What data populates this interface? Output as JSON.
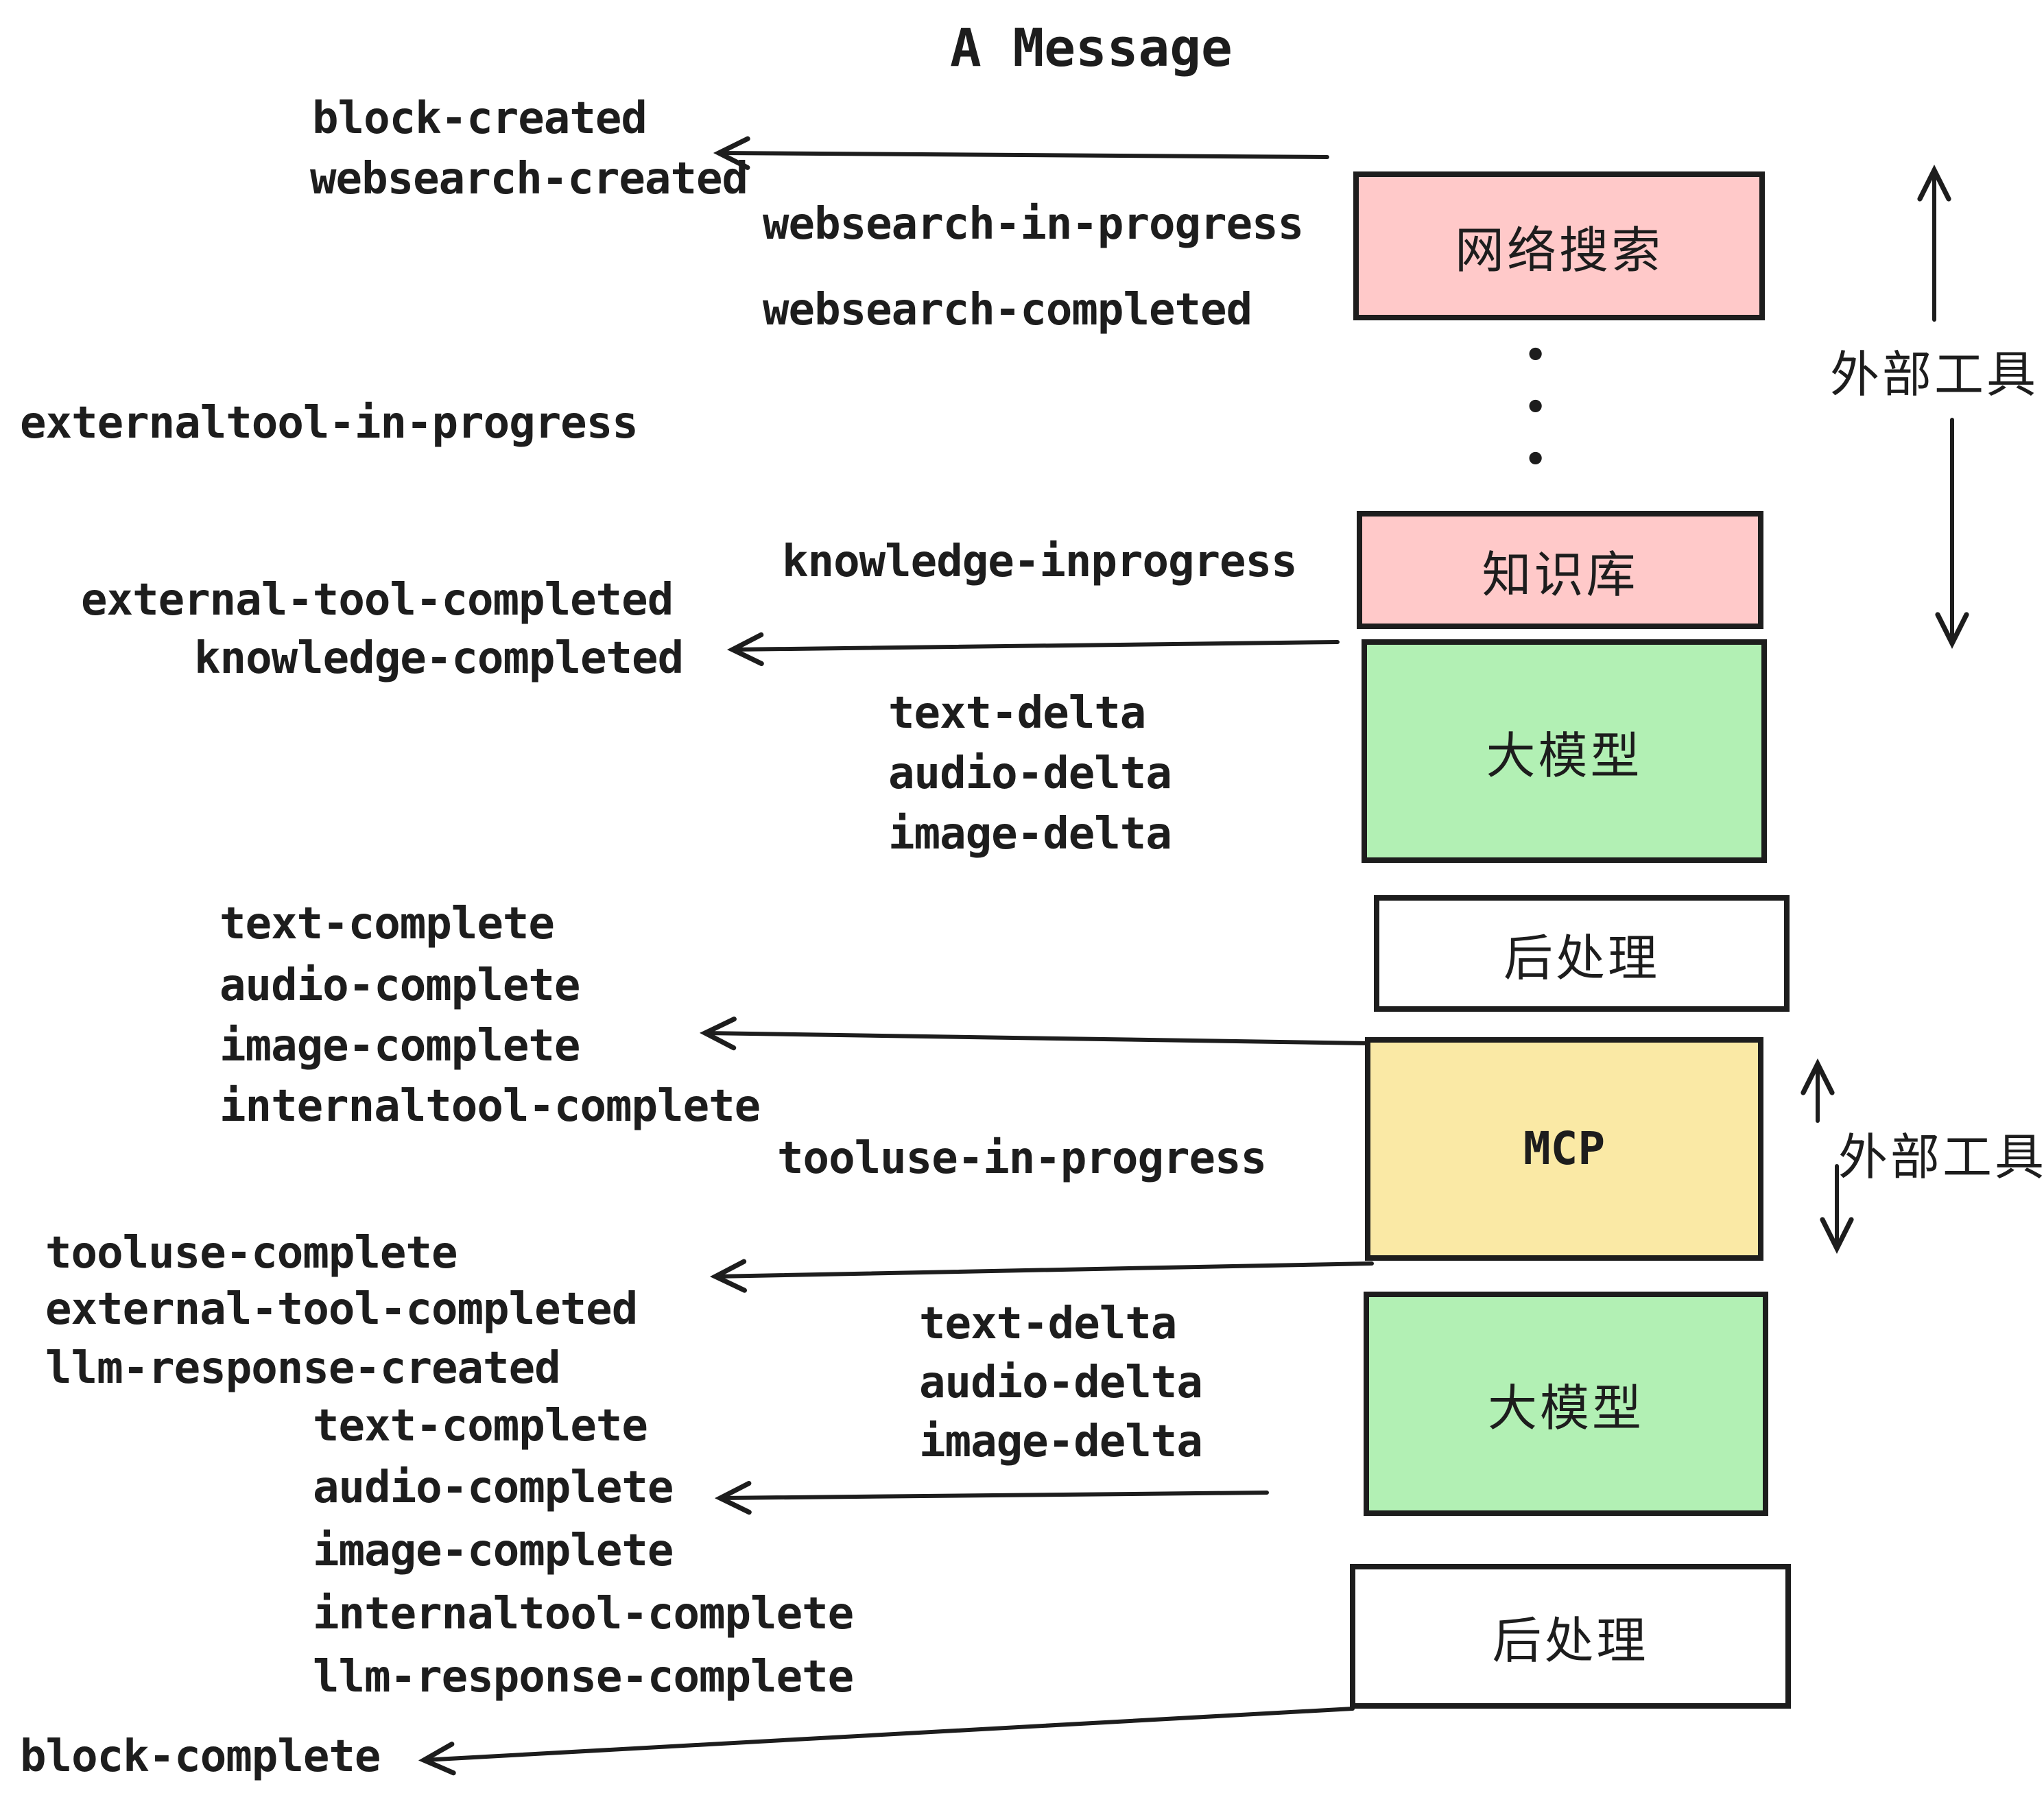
{
  "title": "A Message",
  "ellipsis_char": "•",
  "colors": {
    "pink": "#FFC9C9",
    "green": "#B2F0B4",
    "yellow": "#FAE9A5",
    "ink": "#1d1d1d",
    "background": "#ffffff"
  },
  "boxes": [
    {
      "name": "websearch",
      "label": "网络搜索",
      "color": "pink"
    },
    {
      "name": "knowledge",
      "label": "知识库",
      "color": "pink"
    },
    {
      "name": "llm-1",
      "label": "大模型",
      "color": "green"
    },
    {
      "name": "postprocess-1",
      "label": "后处理",
      "color": "white"
    },
    {
      "name": "mcp",
      "label": "MCP",
      "color": "yellow"
    },
    {
      "name": "llm-2",
      "label": "大模型",
      "color": "green"
    },
    {
      "name": "postprocess-2",
      "label": "后处理",
      "color": "white"
    }
  ],
  "side_labels": [
    {
      "label": "外部工具"
    },
    {
      "label": "外部工具"
    }
  ],
  "events": [
    {
      "text": "block-created"
    },
    {
      "text": "websearch-created"
    },
    {
      "text": "websearch-in-progress"
    },
    {
      "text": "websearch-completed"
    },
    {
      "text": "externaltool-in-progress"
    },
    {
      "text": "knowledge-inprogress"
    },
    {
      "text": "external-tool-completed"
    },
    {
      "text": "knowledge-completed"
    },
    {
      "text": "text-delta"
    },
    {
      "text": "audio-delta"
    },
    {
      "text": "image-delta"
    },
    {
      "text": "text-complete"
    },
    {
      "text": "audio-complete"
    },
    {
      "text": "image-complete"
    },
    {
      "text": "internaltool-complete"
    },
    {
      "text": "tooluse-in-progress"
    },
    {
      "text": "tooluse-complete"
    },
    {
      "text": "external-tool-completed"
    },
    {
      "text": "llm-response-created"
    },
    {
      "text": "text-complete"
    },
    {
      "text": "text-delta"
    },
    {
      "text": "audio-delta"
    },
    {
      "text": "image-delta"
    },
    {
      "text": "audio-complete"
    },
    {
      "text": "image-complete"
    },
    {
      "text": "internaltool-complete"
    },
    {
      "text": "llm-response-complete"
    },
    {
      "text": "block-complete"
    }
  ]
}
